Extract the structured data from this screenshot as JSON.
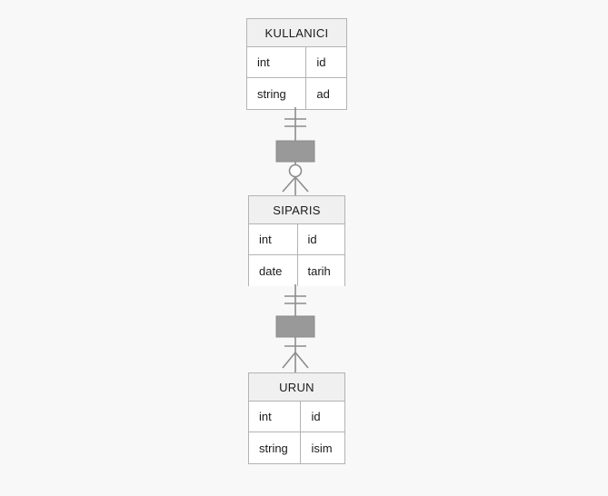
{
  "diagram": {
    "type": "entity-relationship-diagram",
    "notation": "crow-foot",
    "background_color": "#f8f8f8",
    "entity_border_color": "#b3b3b3",
    "entity_header_color": "#f0f0f0",
    "relationship_box_color": "#999999",
    "connector_color": "#8c8c8c"
  },
  "entities": [
    {
      "name": "KULLANICI",
      "attributes": [
        {
          "type": "int",
          "field": "id"
        },
        {
          "type": "string",
          "field": "ad"
        }
      ]
    },
    {
      "name": "SIPARIS",
      "attributes": [
        {
          "type": "int",
          "field": "id"
        },
        {
          "type": "date",
          "field": "tarih"
        }
      ]
    },
    {
      "name": "URUN",
      "attributes": [
        {
          "type": "int",
          "field": "id"
        },
        {
          "type": "string",
          "field": "isim"
        }
      ]
    }
  ],
  "relationships": [
    {
      "from": "KULLANICI",
      "to": "SIPARIS",
      "from_cardinality": "exactly-one",
      "to_cardinality": "zero-or-many",
      "label": ""
    },
    {
      "from": "SIPARIS",
      "to": "URUN",
      "from_cardinality": "exactly-one",
      "to_cardinality": "one-or-many",
      "label": ""
    }
  ]
}
